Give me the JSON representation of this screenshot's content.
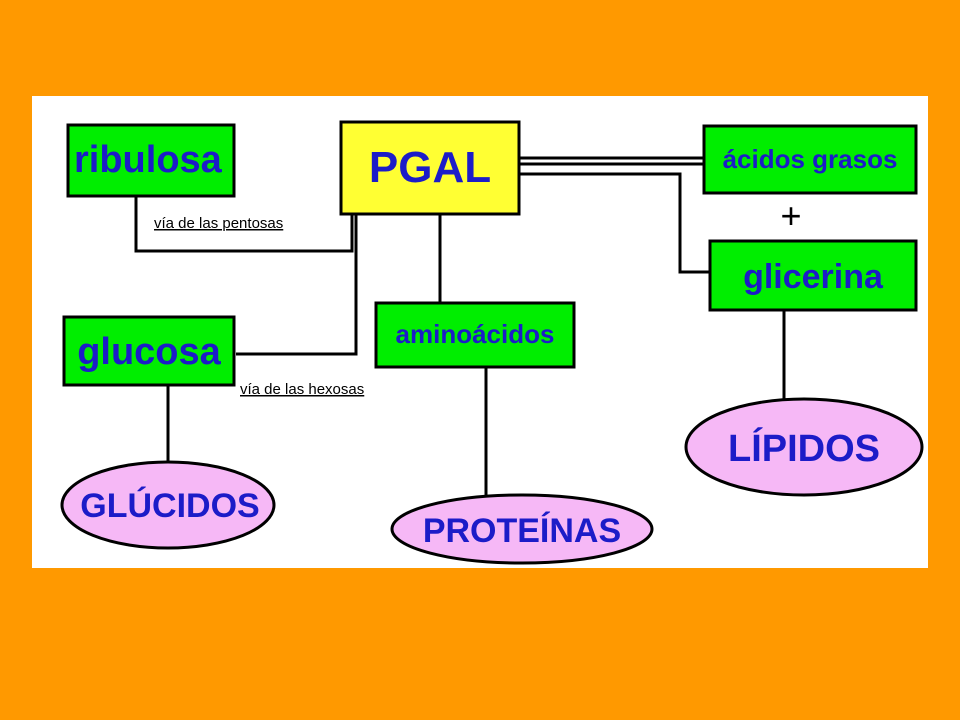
{
  "colors": {
    "background": "#FF9900",
    "panel": "#FFFFFF",
    "box_green": "#00EE00",
    "box_yellow": "#FFFF33",
    "ellipse_pink": "#F6B8F6",
    "text_blue": "#1C1CC8",
    "line": "#000000"
  },
  "nodes": {
    "ribulosa": "ribulosa",
    "pgal": "PGAL",
    "acidos_grasos": "ácidos grasos",
    "glicerina": "glicerina",
    "glucosa": "glucosa",
    "aminoacidos": "aminoácidos",
    "glucidos": "GLÚCIDOS",
    "proteinas": "PROTEÍNAS",
    "lipidos": "LÍPIDOS"
  },
  "edge_labels": {
    "pentosas": "vía de las pentosas",
    "hexosas": "vía de las hexosas"
  },
  "plus_sign": "+"
}
